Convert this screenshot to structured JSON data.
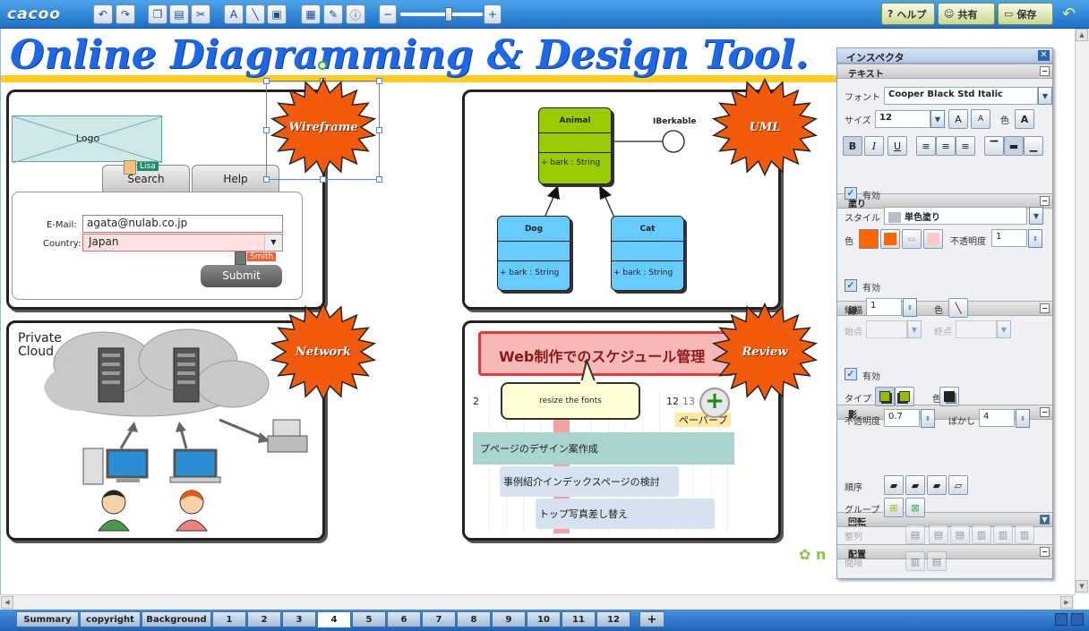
{
  "app": {
    "logo": "cacoo"
  },
  "toolbar": {
    "help_label": "ヘルプ",
    "share_label": "共有",
    "save_label": "保存"
  },
  "diagram": {
    "title": "Online Diagramming & Design Tool.",
    "bursts": {
      "wireframe": "Wireframe",
      "uml": "UML",
      "network": "Network",
      "review": "Review"
    },
    "wireframe": {
      "logo": "Logo",
      "tab_search": "Search",
      "tab_help": "Help",
      "email_label": "E-Mail:",
      "email_value": "agata@nulab.co.jp",
      "country_label": "Country:",
      "country_value": "Japan",
      "submit": "Submit",
      "cursor_lisa": "Lisa",
      "cursor_smith": "Smith"
    },
    "uml": {
      "animal": "Animal",
      "animal_op": "+ bark : String",
      "interface": "IBerkable",
      "dog": "Dog",
      "dog_op": "+ bark : String",
      "cat": "Cat",
      "cat_op": "+ bark : String"
    },
    "network": {
      "cloud": "Private Cloud"
    },
    "review": {
      "header": "Web制作でのスケジュール管理",
      "comment": "resize the fonts",
      "row1": "プページのデザイン案作成",
      "row2": "事例紹介インデックスページの検討",
      "row3": "トップ写真差し替え",
      "pill": "ペーパープ",
      "dates": [
        "12",
        "13"
      ],
      "date_left": "2"
    }
  },
  "inspector": {
    "title": "インスペクタ",
    "text_section": "テキスト",
    "font_label": "フォント",
    "font_value": "Cooper Black Std Italic",
    "size_label": "サイズ",
    "size_value": "12",
    "color_label": "色",
    "fill_section": "塗り",
    "enabled": "有効",
    "style_label": "スタイル",
    "style_value": "単色塗り",
    "opacity_label": "不透明度",
    "opacity_value": "1",
    "line_section": "線",
    "line_width_label": "線幅",
    "line_width_value": "1",
    "start_label": "始点",
    "end_label": "終点",
    "shadow_section": "影",
    "type_label": "タイプ",
    "shadow_opacity_value": "0.7",
    "blur_label": "ぼかし",
    "blur_value": "4",
    "rotate_section": "回転",
    "arrange_section": "配置",
    "order_label": "順序",
    "group_label": "グループ",
    "align_label": "整列",
    "spacing_label": "間隔",
    "fill_color": "#ff6600"
  },
  "pages": {
    "tabs": [
      "Summary",
      "copyright",
      "Background",
      "1",
      "2",
      "3",
      "4",
      "5",
      "6",
      "7",
      "8",
      "9",
      "10",
      "11",
      "12"
    ],
    "active_index": 6,
    "add": "+"
  }
}
